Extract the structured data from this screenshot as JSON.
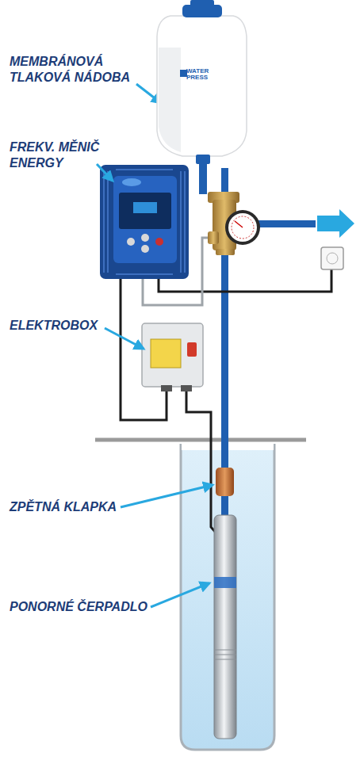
{
  "diagram": {
    "nodes": [
      {
        "text": [
          "WATER PRESS"
        ]
      }
    ],
    "labels": [
      "MEMBRÁNOVÁ TLAKOVÁ NÁDOBA",
      "FREKV. MĚNIČ ENERGY",
      "ELEKTROBOX",
      "ZPĚTNÁ KLAPKA",
      "PONORNÉ ČERPADLO"
    ]
  }
}
